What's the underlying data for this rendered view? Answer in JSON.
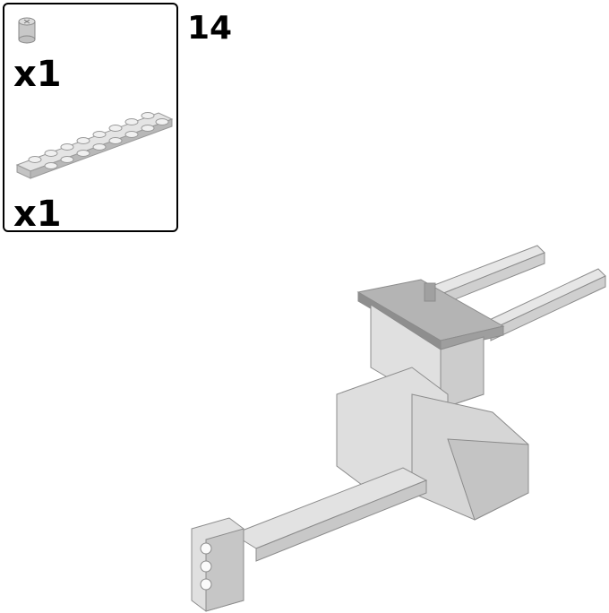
{
  "step": {
    "number": "14"
  },
  "parts": [
    {
      "icon": "axle-bushing-icon",
      "quantity": "x1"
    },
    {
      "icon": "technic-plate-2x8-icon",
      "quantity": "x1"
    }
  ],
  "colors": {
    "part": "#d8d8d8",
    "outline": "#8c8c8c",
    "dark_part": "#a8a8a8",
    "border": "#000000"
  }
}
